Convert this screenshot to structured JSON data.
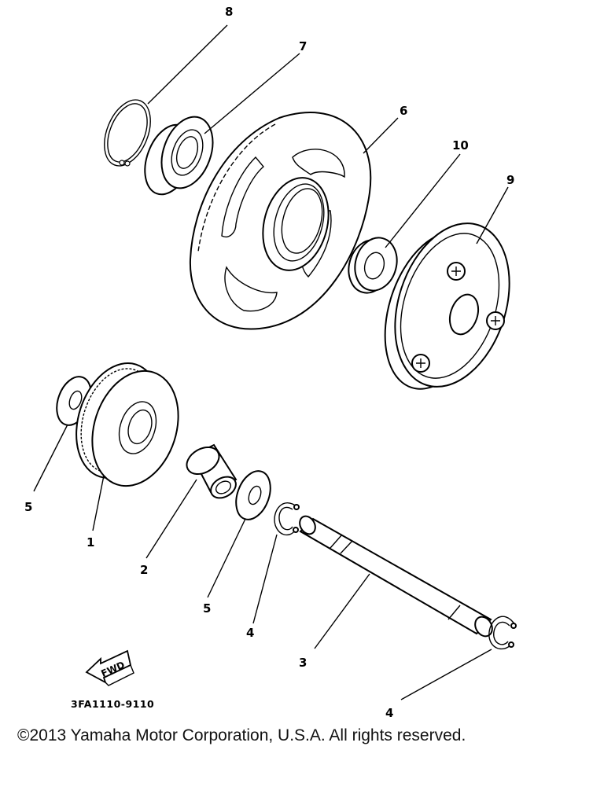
{
  "callouts": {
    "c8": "8",
    "c7": "7",
    "c6": "6",
    "c10": "10",
    "c9": "9",
    "c5a": "5",
    "c1": "1",
    "c2": "2",
    "c5b": "5",
    "c4a": "4",
    "c3": "3",
    "c4b": "4"
  },
  "fwd_label": "FWD",
  "diagram_code": "3FA1110-9110",
  "copyright": "©2013 Yamaha Motor Corporation, U.S.A. All rights reserved.",
  "parts": [
    {
      "id": "c1",
      "icon": "drive-gear-icon"
    },
    {
      "id": "c2",
      "icon": "needle-bearing-icon"
    },
    {
      "id": "c3",
      "icon": "shaft-icon"
    },
    {
      "id": "c4a",
      "icon": "circlip-icon"
    },
    {
      "id": "c4b",
      "icon": "circlip-icon"
    },
    {
      "id": "c5a",
      "icon": "washer-icon"
    },
    {
      "id": "c5b",
      "icon": "washer-icon"
    },
    {
      "id": "c6",
      "icon": "starter-wheel-gear-icon"
    },
    {
      "id": "c7",
      "icon": "bearing-icon"
    },
    {
      "id": "c8",
      "icon": "snap-ring-icon"
    },
    {
      "id": "c9",
      "icon": "one-way-clutch-icon"
    },
    {
      "id": "c10",
      "icon": "spacer-icon"
    }
  ]
}
